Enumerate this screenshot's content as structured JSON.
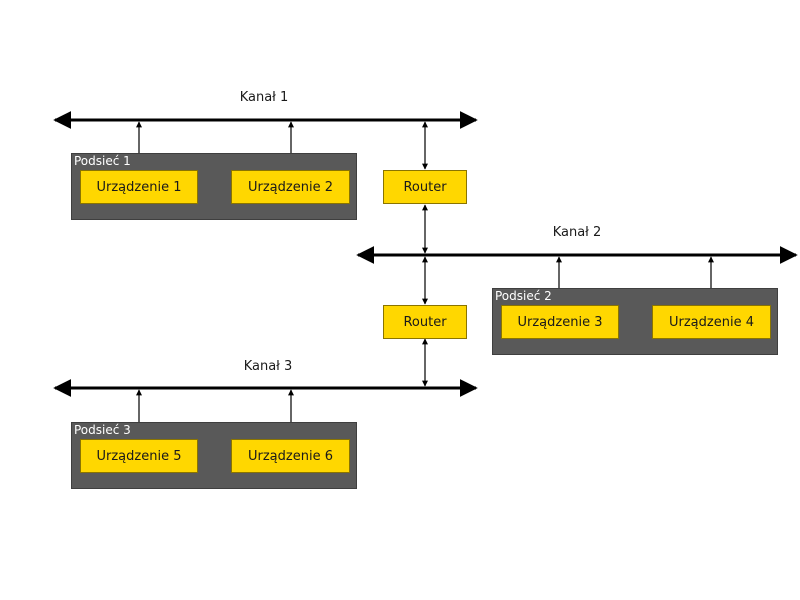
{
  "channels": [
    {
      "label": "Kanał 1"
    },
    {
      "label": "Kanał 2"
    },
    {
      "label": "Kanał 3"
    }
  ],
  "subnets": [
    {
      "label": "Podsieć 1"
    },
    {
      "label": "Podsieć 2"
    },
    {
      "label": "Podsieć 3"
    }
  ],
  "devices": [
    {
      "label": "Urządzenie 1"
    },
    {
      "label": "Urządzenie 2"
    },
    {
      "label": "Urządzenie 3"
    },
    {
      "label": "Urządzenie 4"
    },
    {
      "label": "Urządzenie 5"
    },
    {
      "label": "Urządzenie 6"
    }
  ],
  "routers": [
    {
      "label": "Router"
    },
    {
      "label": "Router"
    }
  ],
  "colors": {
    "subnet_fill": "#595959",
    "node_fill": "#ffd700",
    "line": "#000000"
  }
}
